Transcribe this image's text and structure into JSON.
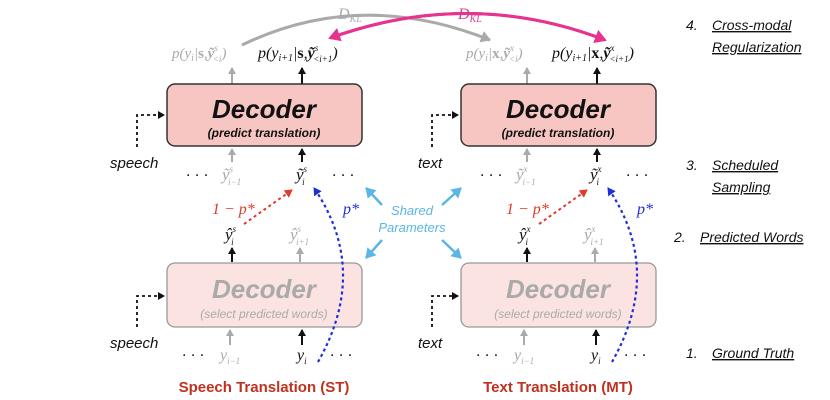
{
  "colors": {
    "decoder_active_fill": "#f8c6c2",
    "decoder_active_stroke": "#333333",
    "decoder_inactive_fill": "#fbe3e1",
    "decoder_inactive_stroke": "#999999",
    "inactive_text": "#aaaaaa",
    "kl_gray": "#aaaaaa",
    "kl_pink": "#e6338f",
    "shared_blue": "#5bb5e6",
    "dashed_red": "#e03a2a",
    "dashed_blue": "#1f2fd6",
    "title_red": "#c0311f"
  },
  "decoder": {
    "title": "Decoder",
    "active_subtitle": "(predict translation)",
    "inactive_subtitle": "(select predicted words)"
  },
  "inputs": {
    "speech": "speech",
    "text": "text"
  },
  "kl": {
    "label": "D",
    "sub": "KL"
  },
  "prob": {
    "p": "p(",
    "y_i": "y",
    "i_sub": "i",
    "i1_sub": "i+1",
    "bar": "|",
    "s": "s",
    "x": "x",
    "comma": ",",
    "ytilde": "ỹ",
    "ltsub": "<i",
    "ltsub1": "<i+1",
    "close": ")",
    "s_sup": "s",
    "x_sup": "x"
  },
  "tokens": {
    "dots": "· · ·",
    "y": "y",
    "ytilde": "ỹ",
    "yhat": "ŷ",
    "sub_i": "i",
    "sub_im1": "i−1",
    "sub_ip1": "i+1",
    "sup_s": "s",
    "sup_x": "x"
  },
  "mix": {
    "one_minus_p": "1 − p*",
    "p_star": "p*"
  },
  "shared": {
    "line1": "Shared",
    "line2": "Parameters"
  },
  "titles": {
    "st": "Speech Translation (ST)",
    "mt": "Text Translation (MT)"
  },
  "steps": [
    {
      "num": "4.",
      "line1": "Cross-modal",
      "line2": "Regularization"
    },
    {
      "num": "3.",
      "line1": "Scheduled",
      "line2": "Sampling"
    },
    {
      "num": "2.",
      "line1": "Predicted Words",
      "line2": ""
    },
    {
      "num": "1.",
      "line1": "Ground Truth",
      "line2": ""
    }
  ]
}
